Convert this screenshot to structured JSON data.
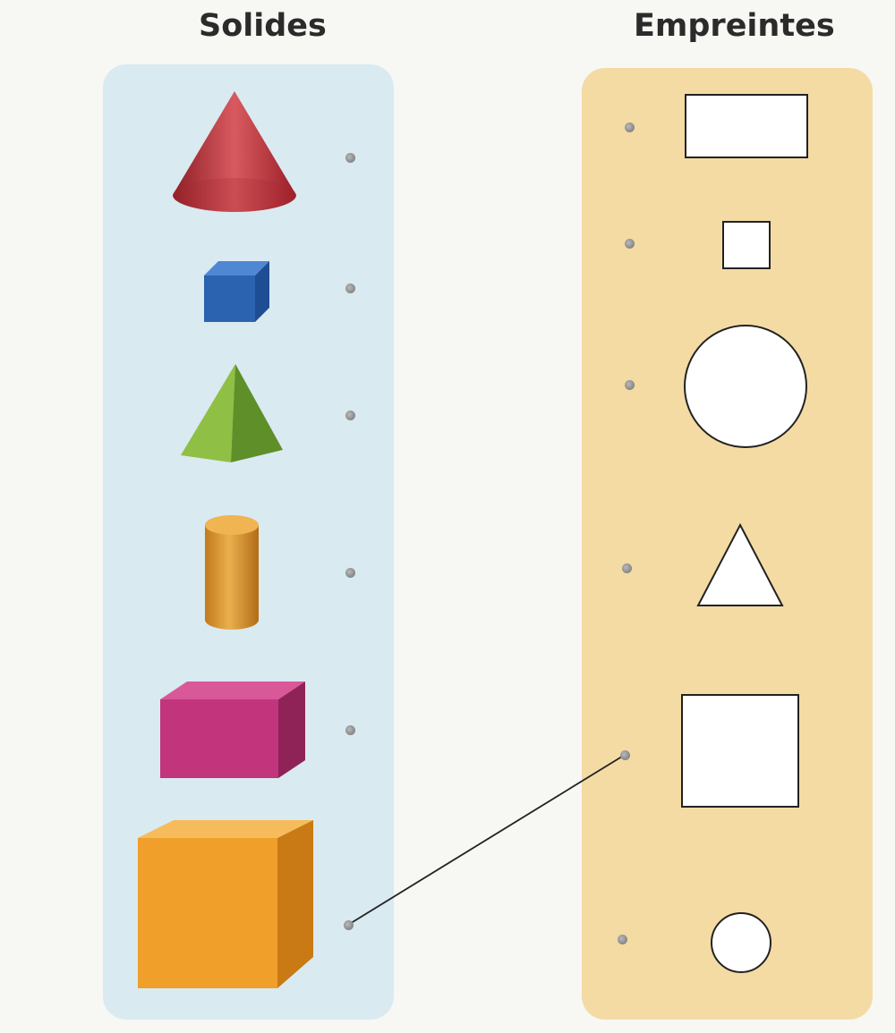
{
  "left_column": {
    "title": "Solides",
    "background_color": "#d9eaf1",
    "items": [
      {
        "icon": "cone-icon",
        "color": "#c8343c"
      },
      {
        "icon": "cube-small-icon",
        "color": "#2b63b0"
      },
      {
        "icon": "pyramid-icon",
        "color": "#7fae3a"
      },
      {
        "icon": "cylinder-icon",
        "color": "#d9962c"
      },
      {
        "icon": "cuboid-icon",
        "color": "#c2357c"
      },
      {
        "icon": "cube-large-icon",
        "color": "#ef9f2a"
      }
    ]
  },
  "right_column": {
    "title": "Empreintes",
    "background_color": "#f4dba4",
    "items": [
      {
        "icon": "rectangle-imprint-icon"
      },
      {
        "icon": "small-square-imprint-icon"
      },
      {
        "icon": "large-circle-imprint-icon"
      },
      {
        "icon": "triangle-imprint-icon"
      },
      {
        "icon": "large-square-imprint-icon"
      },
      {
        "icon": "small-circle-imprint-icon"
      }
    ]
  },
  "connections": [
    {
      "from_solid": 6,
      "to_imprint": 5
    }
  ]
}
